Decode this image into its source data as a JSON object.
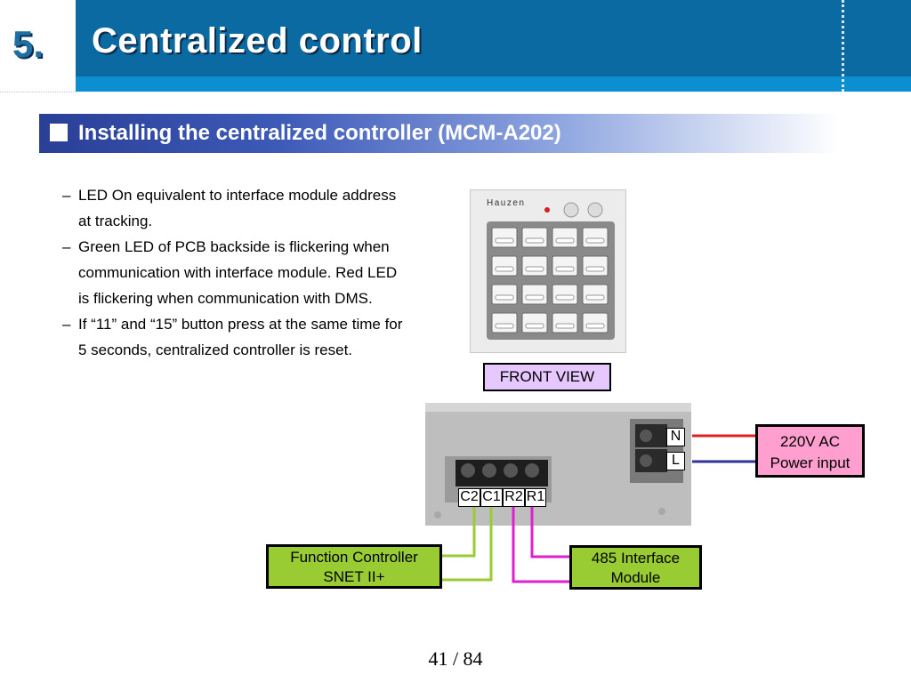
{
  "header": {
    "section_number": "5.",
    "title": "Centralized control"
  },
  "subtitle": "Installing the centralized controller (MCM-A202)",
  "bullets": [
    "LED On equivalent to interface module address at tracking.",
    "Green LED of PCB backside is flickering when communication with interface module. Red LED is flickering when communication with DMS.",
    "If “11” and “15” button press at the same time for 5 seconds, centralized controller is reset."
  ],
  "front_photo": {
    "brand": "Hauzen"
  },
  "labels": {
    "front_view": "FRONT VIEW",
    "power_line1": "220V AC",
    "power_line2": "Power input",
    "function_line1": "Function Controller",
    "function_line2": "SNET II+",
    "interface_line1": "485 Interface",
    "interface_line2": "Module"
  },
  "terminals": {
    "n": "N",
    "l": "L",
    "c2": "C2",
    "c1": "C1",
    "r2": "R2",
    "r1": "R1"
  },
  "wire_colors": {
    "n": "#e02020",
    "l": "#333399",
    "function": "#99cc33",
    "interface": "#e020d0"
  },
  "page_number": "41 / 84"
}
